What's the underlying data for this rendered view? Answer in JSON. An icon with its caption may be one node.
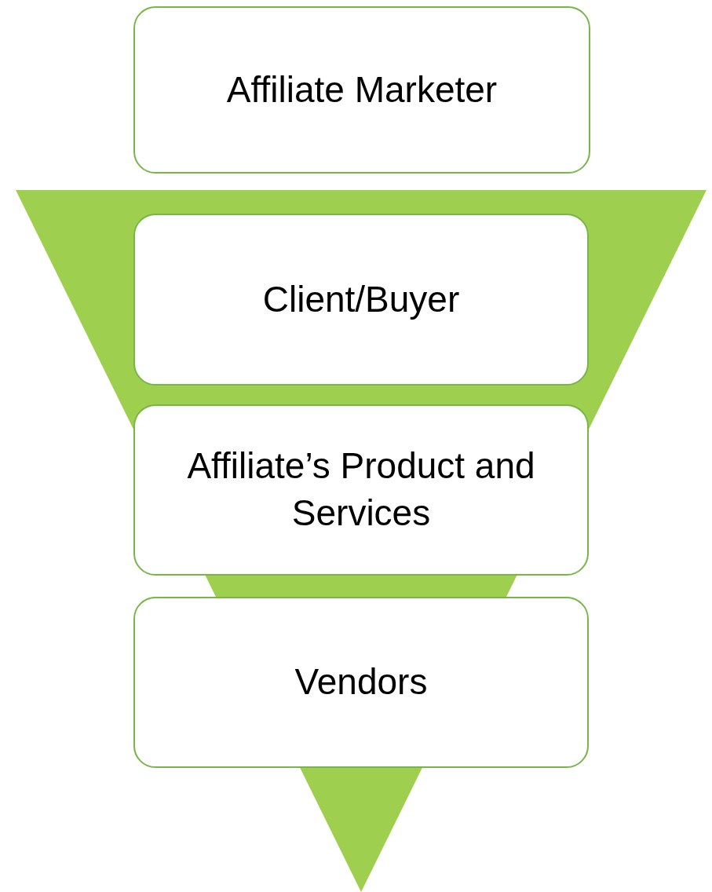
{
  "diagram": {
    "nodes": [
      {
        "text": [
          "Affiliate Marketer"
        ]
      },
      {
        "text": [
          "Client/Buyer"
        ]
      },
      {
        "text": [
          "Affiliate’s Product and Services"
        ]
      },
      {
        "text": [
          "Vendors"
        ]
      }
    ]
  }
}
